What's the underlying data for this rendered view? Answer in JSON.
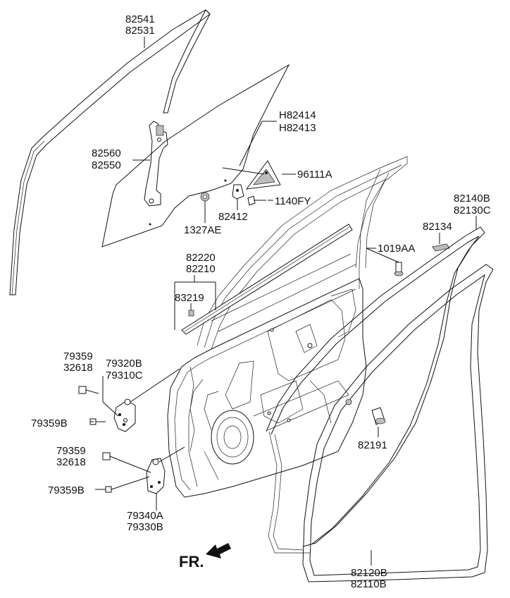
{
  "labels": {
    "run_channel": [
      "82541",
      "82531"
    ],
    "glass": [
      "H82414",
      "H82413"
    ],
    "regulator_rail": [
      "82560",
      "82550"
    ],
    "mirror_cover": "96111A",
    "bolt_1140": "1140FY",
    "clip_82412": "82412",
    "grommet_1327": "1327AE",
    "belt_molding": [
      "82220",
      "82210"
    ],
    "weatherstrip_83219": "83219",
    "door_seal_outer": [
      "82140B",
      "82130C"
    ],
    "pad_82134": "82134",
    "screw_1019": "1019AA",
    "upper_hinge_bolts": [
      "79359",
      "32618"
    ],
    "upper_hinge": [
      "79320B",
      "79310C"
    ],
    "upper_hinge_bolt_b": "79359B",
    "lower_hinge_bolts": [
      "79359",
      "32618"
    ],
    "lower_hinge_bolt_b": "79359B",
    "lower_hinge": [
      "79340A",
      "79330B"
    ],
    "bumper_82191": "82191",
    "door_seal_inner": [
      "82120B",
      "82110B"
    ],
    "front_marker": "FR."
  }
}
